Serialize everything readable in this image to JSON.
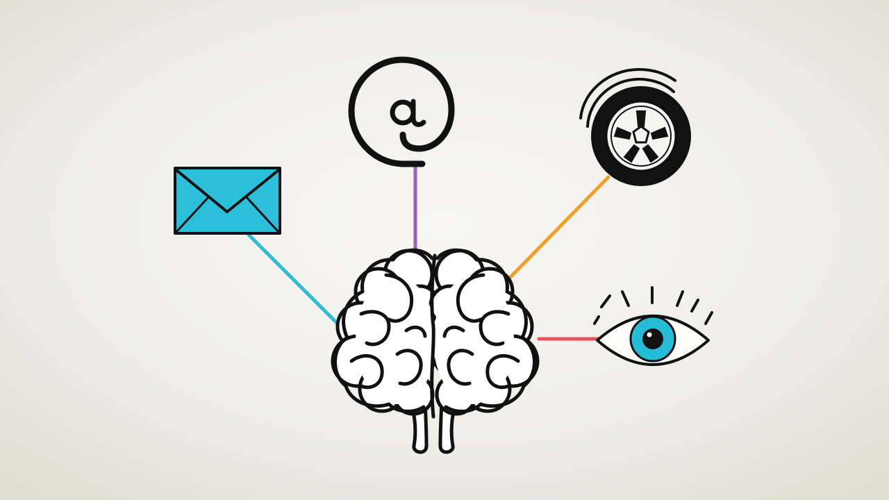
{
  "colors": {
    "background_center": "#f7f6f3",
    "background_edge": "#dedccd",
    "outline": "#111111",
    "brain_fill": "#ffffff",
    "envelope_fill": "#2bbfd9",
    "iris": "#25bcd6",
    "connector_envelope": "#2bbcd7",
    "connector_at": "#9b63b8",
    "connector_tire": "#f2a024",
    "connector_eye": "#e8525b"
  },
  "diagram": {
    "center_node": {
      "icon": "brain-icon"
    },
    "nodes": [
      {
        "icon": "envelope-icon",
        "connector": "connector_envelope"
      },
      {
        "icon": "at-sign-icon",
        "connector": "connector_at"
      },
      {
        "icon": "tire-icon",
        "connector": "connector_tire"
      },
      {
        "icon": "eye-icon",
        "connector": "connector_eye"
      }
    ]
  }
}
